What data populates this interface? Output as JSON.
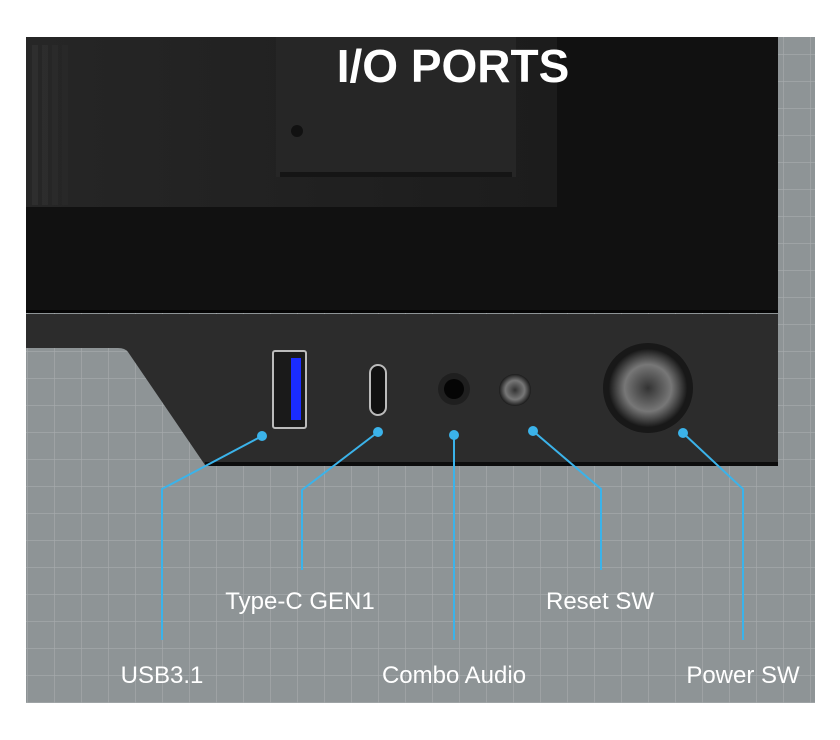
{
  "title": "I/O PORTS",
  "ports": [
    {
      "id": "usb",
      "label": "USB3.1"
    },
    {
      "id": "typec",
      "label": "Type-C GEN1"
    },
    {
      "id": "audio",
      "label": "Combo Audio"
    },
    {
      "id": "reset",
      "label": "Reset SW"
    },
    {
      "id": "power",
      "label": "Power SW"
    }
  ],
  "colors": {
    "leader": "#3bb3ea",
    "background": "#8e9496",
    "case": "#121212",
    "usb_tongue": "#1a2cff"
  }
}
